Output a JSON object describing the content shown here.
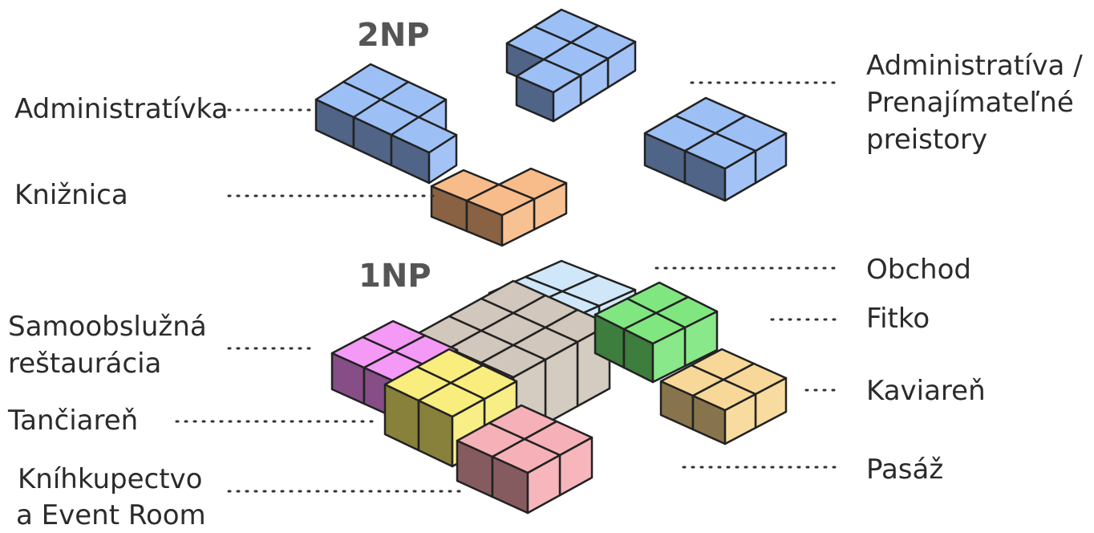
{
  "floors": {
    "upper": "2NP",
    "ground": "1NP"
  },
  "labels": {
    "administrativa": "Administratívka",
    "kniznica": "Knižnica",
    "administrativa_prenaj_1": "Administratíva /",
    "administrativa_prenaj_2": "Prenajímateľné",
    "administrativa_prenaj_3": "preistory",
    "samoobsluzna_1": "Samoobslužná",
    "samoobsluzna_2": "reštaurácia",
    "tanciaren": "Tančiareň",
    "knihkupectvo_1": "Kníhkupectvo",
    "knihkupectvo_2": "a Event Room",
    "obchod": "Obchod",
    "fitko": "Fitko",
    "kaviaren": "Kaviareň",
    "pasaz": "Pasáž"
  },
  "colors": {
    "administrativa": "#8fb6f5",
    "kniznica": "#f7b37a",
    "samoobsluzna": "#f38cf5",
    "tanciaren": "#f7ea6b",
    "knihkupectvo": "#f4a6ad",
    "obchod": "#c8e4f7",
    "fitko": "#6fe36f",
    "kaviaren": "#f6d38a",
    "pasaz": "#cbbfb3"
  }
}
